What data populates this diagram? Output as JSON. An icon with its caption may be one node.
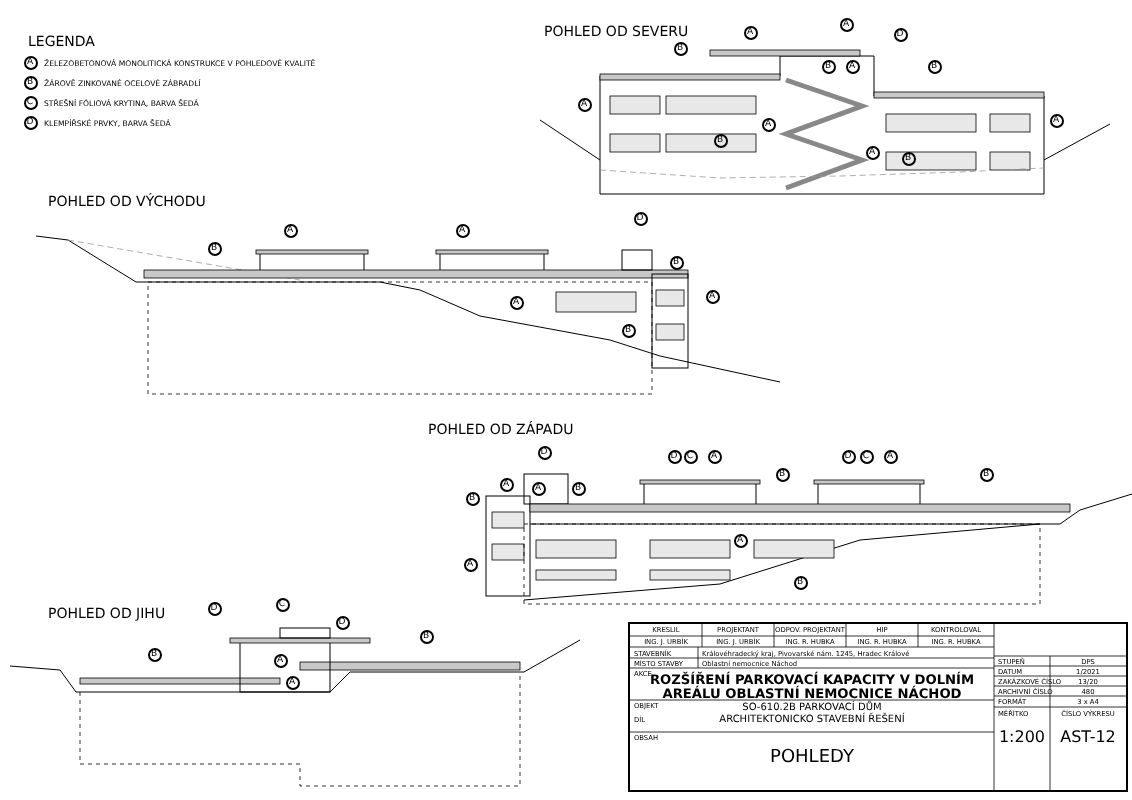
{
  "diagram": {
    "labels": [
      "LEGENDA",
      "A",
      "B",
      "C",
      "D",
      "POHLED OD SEVERU",
      "A",
      "A",
      "D",
      "B",
      "B",
      "A",
      "B",
      "A",
      "A",
      "A",
      "B",
      "A",
      "B",
      "POHLED OD VÝCHODU",
      "D",
      "A",
      "A",
      "B",
      "B",
      "A",
      "A",
      "B",
      "POHLED OD ZÁPADU",
      "D",
      "D",
      "C",
      "A",
      "D",
      "C",
      "A",
      "B",
      "B",
      "A",
      "A",
      "B",
      "B",
      "A",
      "A",
      "B",
      "POHLED OD JIHU",
      "D",
      "C",
      "D",
      "B",
      "B",
      "A",
      "A",
      "KRESLIL",
      "PROJEKTANT",
      "ODPOV. PROJEKTANT",
      "HIP",
      "KONTROLOVAL",
      "ING. J. URBÍK",
      "ING. J. URBÍK",
      "ING. R. HUBKA",
      "ING. R. HUBKA",
      "ING. R. HUBKA",
      "STAVEBNÍK",
      "Královéhradecký kraj, Pivovarské nám. 1245, Hradec Králové",
      "MÍSTO STAVBY",
      "Oblastní nemocnice Náchod",
      "AKCE",
      "ROZŠÍŘENÍ PARKOVACÍ KAPACITY V DOLNÍM AREÁLU OBLASTNÍ NEMOCNICE NÁCHOD",
      "OBJEKT",
      "SO-610.2B PARKOVACÍ DŮM",
      "DÍL",
      "ARCHITEKTONICKO STAVEBNÍ ŘEŠENÍ",
      "OBSAH",
      "POHLEDY",
      "STUPEŇ",
      "DPS",
      "DATUM",
      "1/2021",
      "ZAKÁZKOVÉ ČÍSLO",
      "13/20",
      "ARCHIVNÍ ČÍSLO",
      "480",
      "FORMÁT",
      "3 x A4",
      "MĚŘÍTKO",
      "ČÍSLO VÝKRESU",
      "1:200",
      "AST-12"
    ],
    "legend": [
      {
        "text": "ŽELEZOBETONOVÁ MONOLITICKÁ KONSTRUKCE V POHLEDOVÉ KVALITĚ"
      },
      {
        "text": "ŽÁROVĚ ZINKOVANÉ OCELOVÉ ZÁBRADLÍ"
      },
      {
        "text": "STŘEŠNÍ FÓLIOVÁ KRYTINA, BARVA ŠEDÁ"
      },
      {
        "text": "KLEMPÍŘSKÉ PRVKY, BARVA ŠEDÁ"
      }
    ]
  }
}
